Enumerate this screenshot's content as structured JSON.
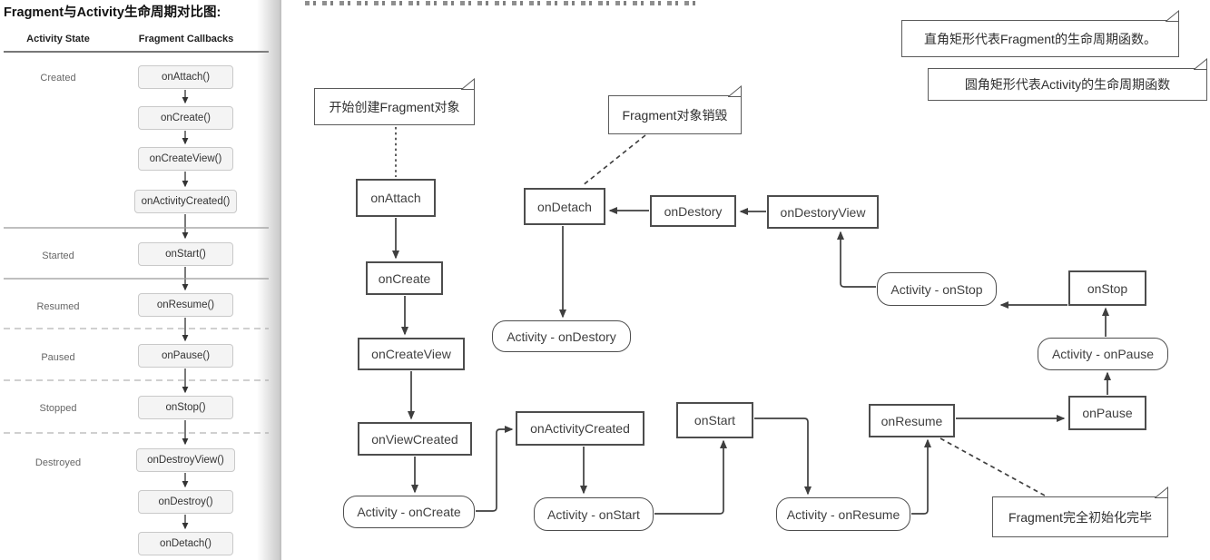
{
  "sidebar": {
    "title": "Fragment与Activity生命周期对比图:",
    "col_state": "Activity State",
    "col_callbacks": "Fragment Callbacks",
    "states": [
      "Created",
      "Started",
      "Resumed",
      "Paused",
      "Stopped",
      "Destroyed"
    ],
    "callbacks": [
      "onAttach()",
      "onCreate()",
      "onCreateView()",
      "onActivityCreated()",
      "onStart()",
      "onResume()",
      "onPause()",
      "onStop()",
      "onDestroyView()",
      "onDestroy()",
      "onDetach()"
    ]
  },
  "diagram": {
    "legend": {
      "rect_note": "直角矩形代表Fragment的生命周期函数。",
      "rounded_note": "圆角矩形代表Activity的生命周期函数"
    },
    "notes": {
      "create": "开始创建Fragment对象",
      "destroy": "Fragment对象销毁",
      "init_done": "Fragment完全初始化完毕"
    },
    "fragment_nodes": {
      "onAttach": "onAttach",
      "onCreate": "onCreate",
      "onCreateView": "onCreateView",
      "onViewCreated": "onViewCreated",
      "onActivityCreated": "onActivityCreated",
      "onStart": "onStart",
      "onResume": "onResume",
      "onPause": "onPause",
      "onStop": "onStop",
      "onDetach": "onDetach",
      "onDestory": "onDestory",
      "onDestoryView": "onDestoryView"
    },
    "activity_nodes": {
      "onCreate": "Activity - onCreate",
      "onStart": "Activity - onStart",
      "onResume": "Activity - onResume",
      "onPause": "Activity - onPause",
      "onStop": "Activity - onStop",
      "onDestory": "Activity - onDestory"
    },
    "colors": {
      "line": "#3f3f3f",
      "node_border": "#4d4d4d",
      "sidebar_box_bg": "#f4f4f4",
      "sidebar_box_border": "#c9c9c9"
    }
  }
}
